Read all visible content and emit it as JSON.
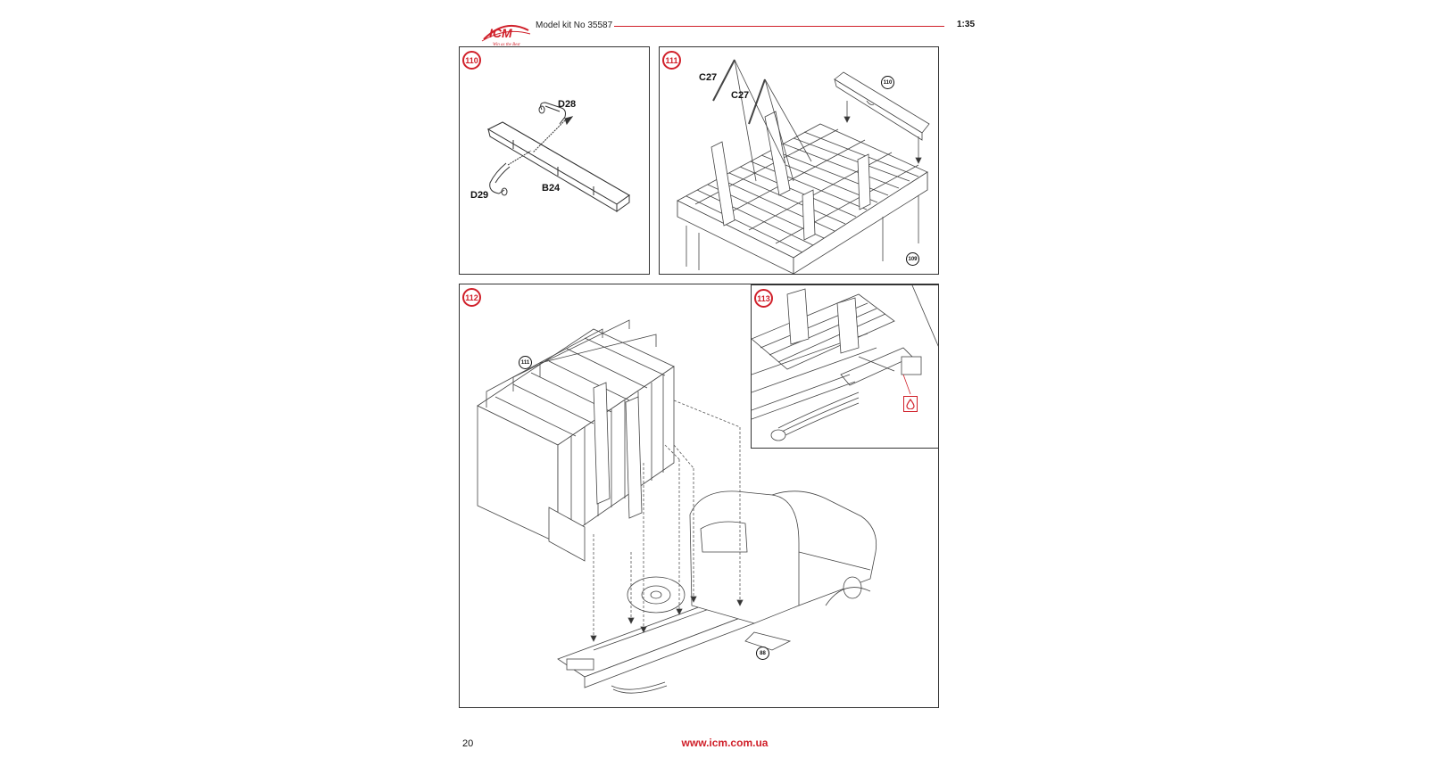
{
  "header": {
    "logo_text": "ICM",
    "logo_tagline": "Win as the Best",
    "title": "Model kit No 35587",
    "scale": "1:35"
  },
  "steps": {
    "s110": {
      "number": "110",
      "parts": {
        "d28": "D28",
        "d29": "D29",
        "b24": "B24"
      }
    },
    "s111": {
      "number": "111",
      "parts": {
        "c27a": "C27",
        "c27b": "C27"
      },
      "refs": {
        "r110": "110",
        "r109": "109"
      }
    },
    "s112": {
      "number": "112",
      "refs": {
        "r111": "111",
        "r88": "88"
      }
    },
    "s113": {
      "number": "113",
      "glue_icon": "glue-drop-icon"
    }
  },
  "footer": {
    "page_number": "20",
    "url": "www.icm.com.ua"
  },
  "colors": {
    "accent": "#d0202a",
    "line": "#333333"
  }
}
